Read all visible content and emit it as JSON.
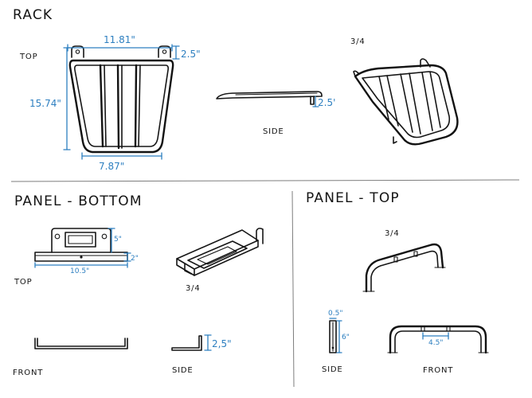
{
  "sections": {
    "rack": "RACK",
    "panel_bottom": "PANEL - BOTTOM",
    "panel_top": "PANEL - TOP"
  },
  "view_labels": {
    "rack_top": "TOP",
    "rack_side": "SIDE",
    "rack_three_quarter": "3/4",
    "pb_top": "TOP",
    "pb_three_quarter": "3/4",
    "pb_front": "FRONT",
    "pb_side": "SIDE",
    "pt_three_quarter": "3/4",
    "pt_side": "SIDE",
    "pt_front": "FRONT"
  },
  "dimensions": {
    "rack_width_top": "11.81\"",
    "rack_tab_height": "2.5\"",
    "rack_length": "15.74\"",
    "rack_width_bottom": "7.87\"",
    "rack_side_height": "2.5'",
    "pb_plate_height": "5\"",
    "pb_flange_height": "2\"",
    "pb_width": "10.5\"",
    "pb_side_height": "2,5\"",
    "pt_side_top": "0.5\"",
    "pt_side_height": "6\"",
    "pt_front_spacing": "4.5\""
  },
  "colors": {
    "ink": "#161616",
    "dimension": "#2d7fc0"
  }
}
